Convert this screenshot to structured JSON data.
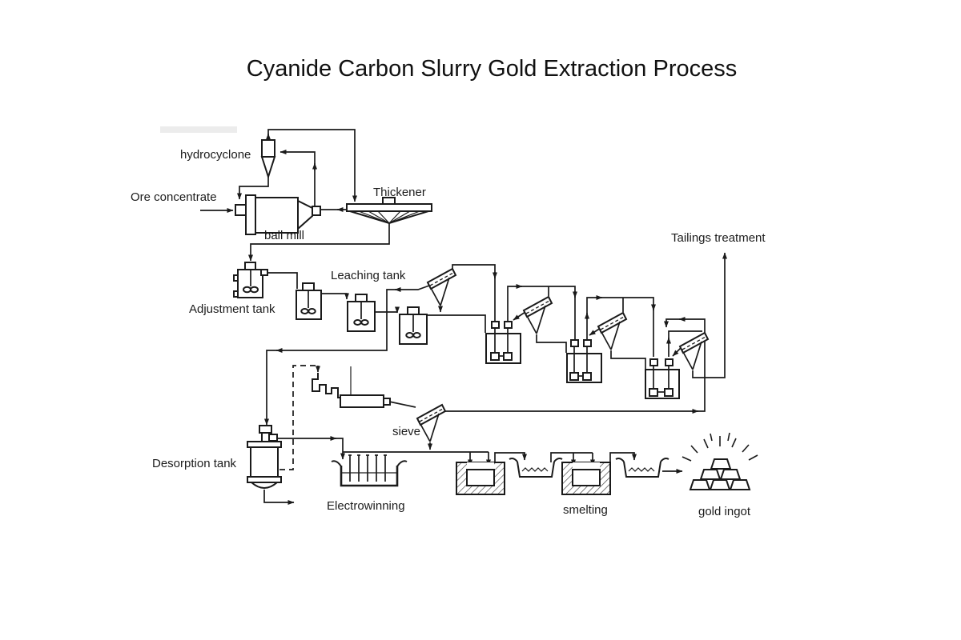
{
  "title": "Cyanide Carbon Slurry Gold Extraction Process",
  "labels": {
    "hydrocyclone": "hydrocyclone",
    "ore_concentrate": "Ore concentrate",
    "ball_mill": "ball mill",
    "thickener": "Thickener",
    "adjustment_tank": "Adjustment tank",
    "leaching_tank": "Leaching tank",
    "tailings_treatment": "Tailings treatment",
    "desorption_tank": "Desorption tank",
    "sieve": "sieve",
    "electrowinning": "Electrowinning",
    "smelting": "smelting",
    "gold_ingot": "gold ingot"
  },
  "colors": {
    "line": "#1a1a1a",
    "background": "#ffffff"
  }
}
